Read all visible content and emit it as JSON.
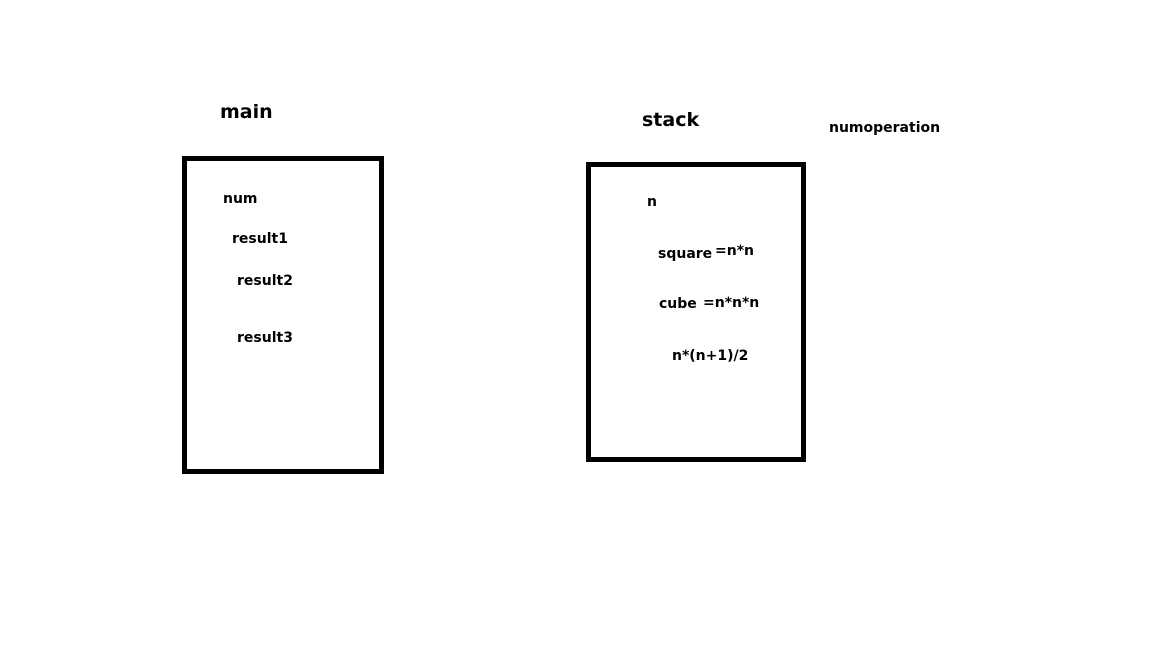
{
  "main": {
    "title": "main",
    "vars": [
      "num",
      "result1",
      "result2",
      "result3"
    ]
  },
  "stack": {
    "title": "stack",
    "n": "n",
    "square": "square",
    "square_expr": "=n*n",
    "cube": "cube",
    "cube_expr": "=n*n*n",
    "sum_expr": "n*(n+1)/2"
  },
  "side_label": "numoperation",
  "colors": {
    "border": "#000000",
    "background": "#ffffff",
    "text": "#000000"
  }
}
